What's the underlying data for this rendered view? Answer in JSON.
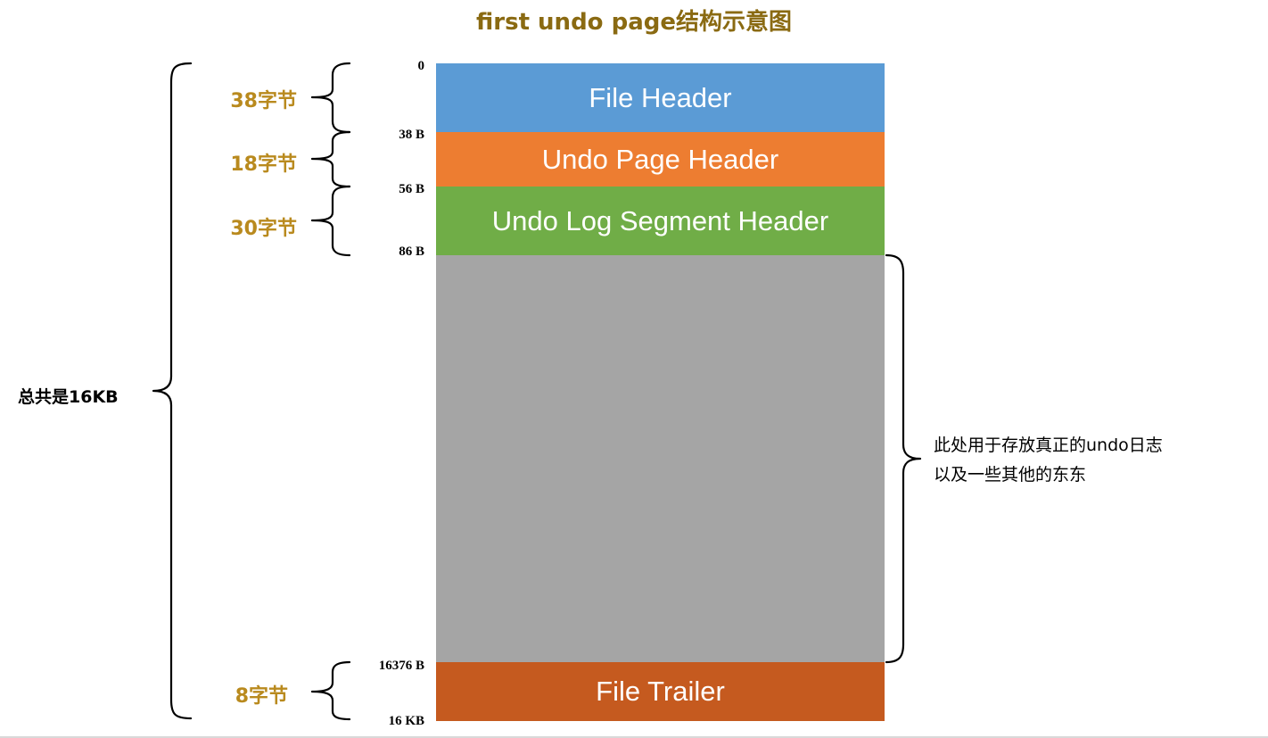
{
  "title": "first undo page结构示意图",
  "blocks": [
    {
      "label": "File Header",
      "size": "38字节",
      "color": "#5b9bd5"
    },
    {
      "label": "Undo Page Header",
      "size": "18字节",
      "color": "#ed7d31"
    },
    {
      "label": "Undo Log Segment Header",
      "size": "30字节",
      "color": "#70ad47"
    },
    {
      "label": "",
      "size": "",
      "color": "#a5a5a5"
    },
    {
      "label": "File Trailer",
      "size": "8字节",
      "color": "#c55a1f"
    }
  ],
  "offsets": [
    "0",
    "38 B",
    "56 B",
    "86 B",
    "16376 B",
    "16 KB"
  ],
  "total_label": "总共是16KB",
  "body_note": {
    "line1": "此处用于存放真正的undo日志",
    "line2": "以及一些其他的东东"
  },
  "colors": {
    "title": "#8a6a12",
    "size_label": "#b98a1e",
    "brace": "#000000"
  }
}
